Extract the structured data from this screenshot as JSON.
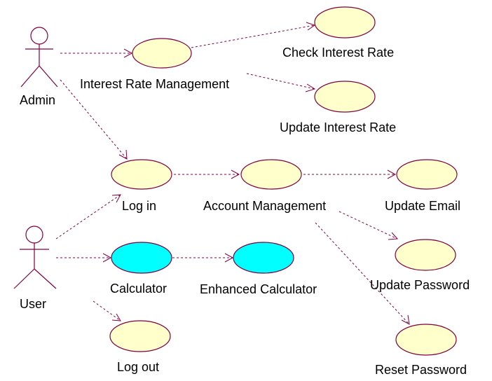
{
  "colors": {
    "line": "#800040",
    "use_case_fill": "#FFFFCC",
    "use_case_highlight": "#00FFFF"
  },
  "actors": {
    "admin": "Admin",
    "user": "User"
  },
  "use_cases": {
    "interest_rate_management": "Interest Rate Management",
    "check_interest_rate": "Check Interest Rate",
    "update_interest_rate": "Update Interest Rate",
    "log_in": "Log in",
    "account_management": "Account Management",
    "update_email": "Update Email",
    "update_password": "Update Password",
    "reset_password": "Reset Password",
    "calculator": "Calculator",
    "enhanced_calculator": "Enhanced Calculator",
    "log_out": "Log out"
  }
}
